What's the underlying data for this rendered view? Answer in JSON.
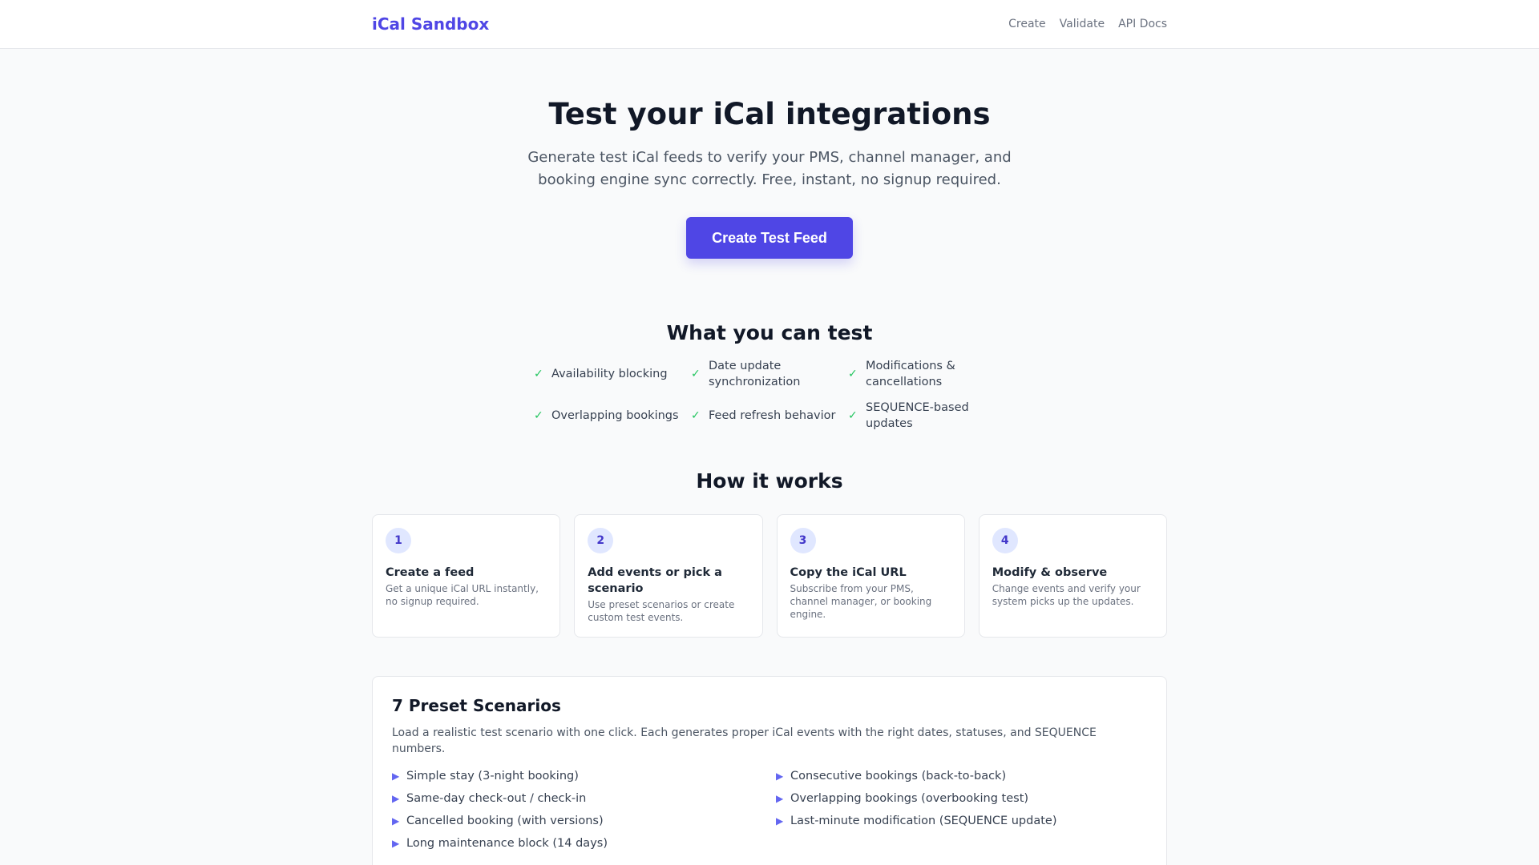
{
  "nav": {
    "brand": "iCal Sandbox",
    "links": [
      "Create",
      "Validate",
      "API Docs"
    ]
  },
  "hero": {
    "title": "Test your iCal integrations",
    "subtitle": "Generate test iCal feeds to verify your PMS, channel manager, and booking engine sync correctly. Free, instant, no signup required.",
    "cta_label": "Create Test Feed"
  },
  "what_you_can_test": {
    "title": "What you can test",
    "icon": "check-icon",
    "items": [
      "Availability blocking",
      "Date update synchronization",
      "Modifications & cancellations",
      "Overlapping bookings",
      "Feed refresh behavior",
      "SEQUENCE-based updates"
    ]
  },
  "how_it_works": {
    "title": "How it works",
    "steps": [
      {
        "num": "1",
        "title": "Create a feed",
        "desc": "Get a unique iCal URL instantly, no signup required."
      },
      {
        "num": "2",
        "title": "Add events or pick a scenario",
        "desc": "Use preset scenarios or create custom test events."
      },
      {
        "num": "3",
        "title": "Copy the iCal URL",
        "desc": "Subscribe from your PMS, channel manager, or booking engine."
      },
      {
        "num": "4",
        "title": "Modify & observe",
        "desc": "Change events and verify your system picks up the updates."
      }
    ]
  },
  "scenarios": {
    "title": "7 Preset Scenarios",
    "description": "Load a realistic test scenario with one click. Each generates proper iCal events with the right dates, statuses, and SEQUENCE numbers.",
    "icon": "play-arrow-icon",
    "items": [
      "Simple stay (3-night booking)",
      "Same-day check-out / check-in",
      "Cancelled booking (with versions)",
      "Long maintenance block (14 days)",
      "Consecutive bookings (back-to-back)",
      "Overlapping bookings (overbooking test)",
      "Last-minute modification (SEQUENCE update)"
    ]
  },
  "colors": {
    "brand": "#4f46e5",
    "check": "#22c55e",
    "step_badge_bg": "#e0e7ff",
    "arrow": "#6366f1",
    "page_bg": "#f9fafb"
  }
}
